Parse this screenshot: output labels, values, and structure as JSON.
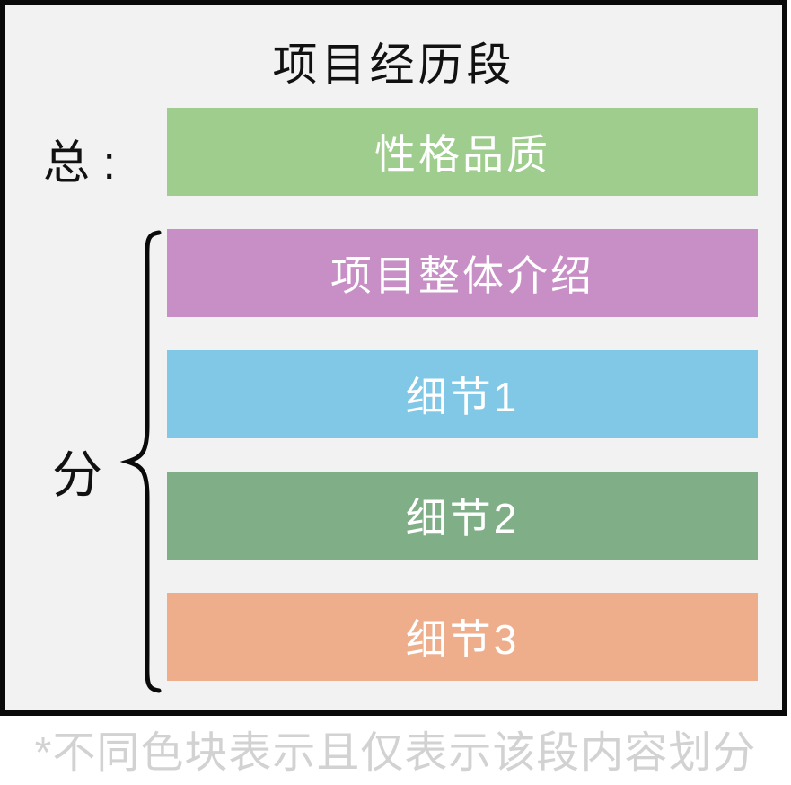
{
  "title": "项目经历段",
  "labels": {
    "total": "总 :",
    "parts": "分"
  },
  "bars": [
    {
      "name": "personality-quality",
      "label": "性格品质",
      "color": "#9fcd8e"
    },
    {
      "name": "project-overview",
      "label": "项目整体介绍",
      "color": "#c78fc5"
    },
    {
      "name": "detail-1",
      "label": "细节1",
      "color": "#81c7e6"
    },
    {
      "name": "detail-2",
      "label": "细节2",
      "color": "#80af87"
    },
    {
      "name": "detail-3",
      "label": "细节3",
      "color": "#eeae8b"
    }
  ],
  "footnote": "*不同色块表示且仅表示该段内容划分",
  "colors": {
    "box_background": "#f2f2f2",
    "box_border": "#0a0a0a",
    "bar_text": "#ffffff",
    "title_text": "#111111",
    "footnote_text": "#d2d2d2",
    "page_background": "#ffffff"
  }
}
